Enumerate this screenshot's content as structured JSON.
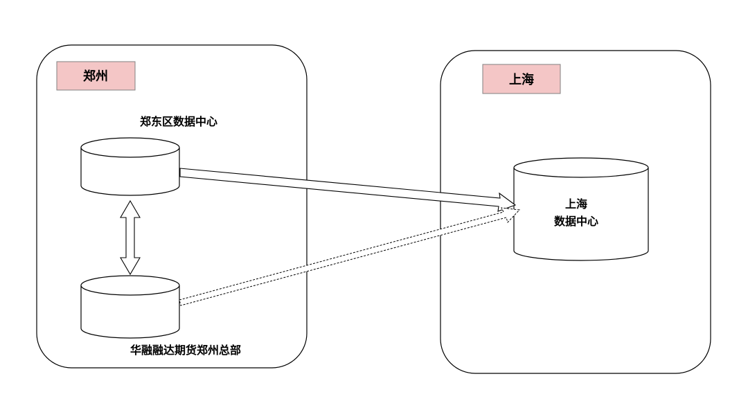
{
  "regions": {
    "zhengzhou": {
      "label": "郑州",
      "db_primary_caption": "郑东区数据中心",
      "db_secondary_caption": "华融融达期货郑州总部"
    },
    "shanghai": {
      "label": "上海",
      "db_caption_line1": "上海",
      "db_caption_line2": "数据中心"
    }
  },
  "colors": {
    "label_fill": "#f4c6c6",
    "stroke": "#000000",
    "background": "#ffffff"
  }
}
